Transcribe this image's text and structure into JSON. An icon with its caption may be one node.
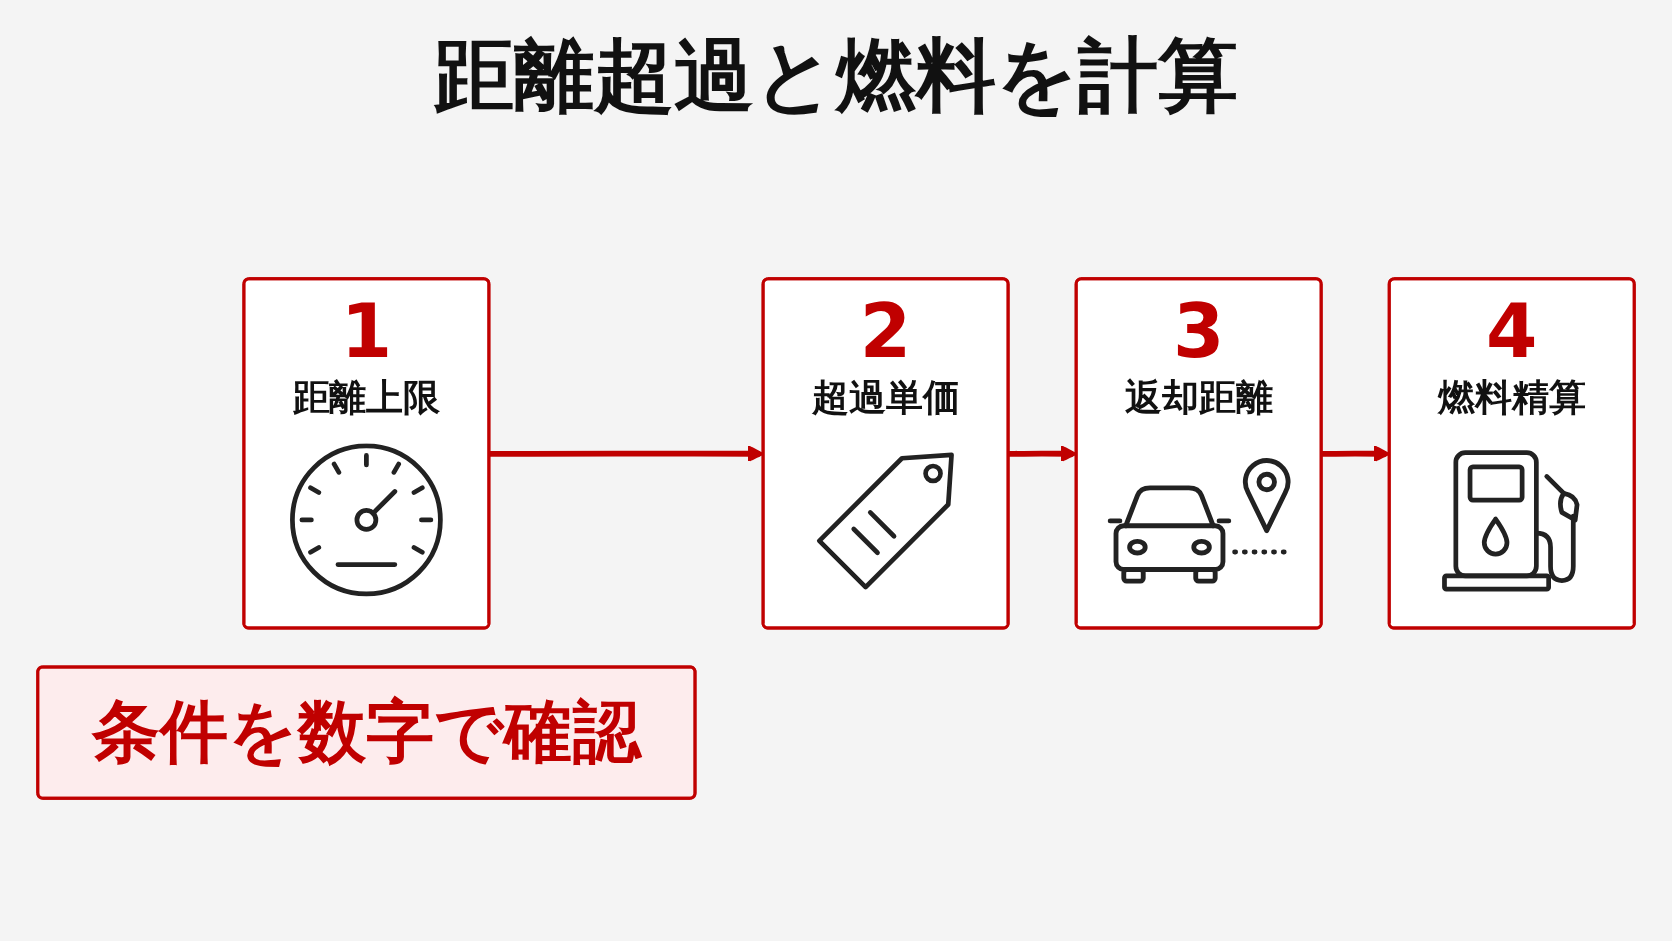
{
  "diagram": {
    "title": "距離超過と燃料を計算",
    "nodes": [
      {
        "text": [
          "1",
          "距離上限"
        ]
      },
      {
        "text": [
          "2",
          "超過単価"
        ]
      },
      {
        "text": [
          "3",
          "返却距離"
        ]
      },
      {
        "text": [
          "4",
          "燃料精算"
        ]
      },
      {
        "text": [
          "条件を数字で確認"
        ]
      }
    ],
    "edges": [
      {
        "from": 0,
        "to": 1,
        "arrow": "to"
      },
      {
        "from": 1,
        "to": 2,
        "arrow": "to"
      },
      {
        "from": 2,
        "to": 3,
        "arrow": "to"
      }
    ]
  }
}
